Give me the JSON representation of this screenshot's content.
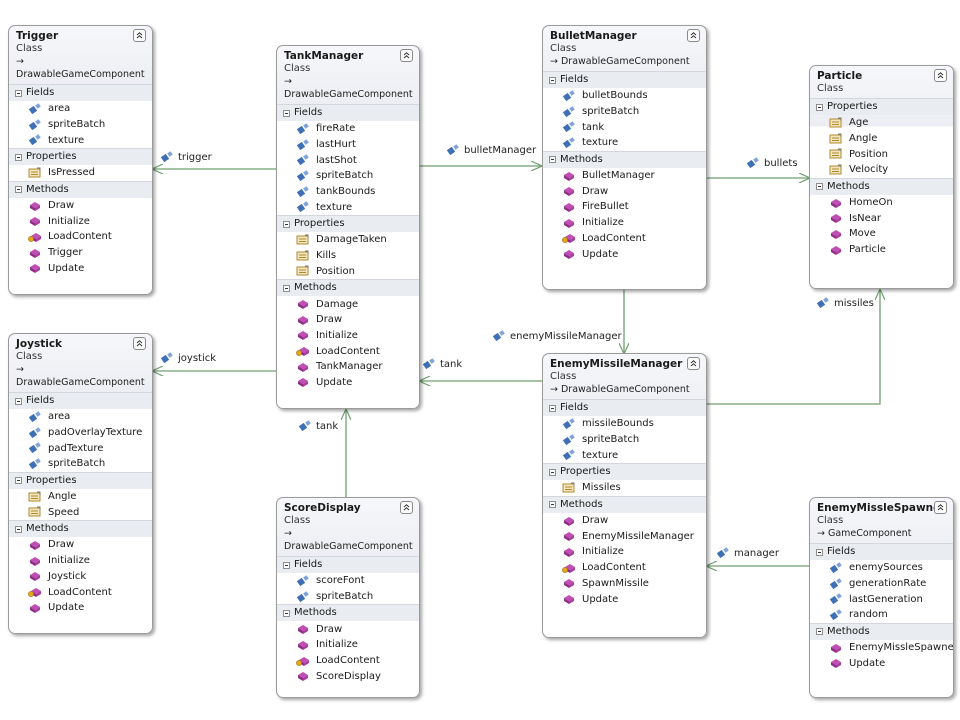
{
  "labels": {
    "fields": "Fields",
    "properties": "Properties",
    "methods": "Methods"
  },
  "classes": {
    "trigger": {
      "name": "Trigger",
      "kind": "Class",
      "base": "DrawableGameComponent",
      "fields": [
        "area",
        "spriteBatch",
        "texture"
      ],
      "properties": [
        "IsPressed"
      ],
      "methods": [
        "Draw",
        "Initialize",
        "LoadContent",
        "Trigger",
        "Update"
      ]
    },
    "joystick": {
      "name": "Joystick",
      "kind": "Class",
      "base": "DrawableGameComponent",
      "fields": [
        "area",
        "padOverlayTexture",
        "padTexture",
        "spriteBatch"
      ],
      "properties": [
        "Angle",
        "Speed"
      ],
      "methods": [
        "Draw",
        "Initialize",
        "Joystick",
        "LoadContent",
        "Update"
      ]
    },
    "tankManager": {
      "name": "TankManager",
      "kind": "Class",
      "base": "DrawableGameComponent",
      "fields": [
        "fireRate",
        "lastHurt",
        "lastShot",
        "spriteBatch",
        "tankBounds",
        "texture"
      ],
      "properties": [
        "DamageTaken",
        "Kills",
        "Position"
      ],
      "methods": [
        "Damage",
        "Draw",
        "Initialize",
        "LoadContent",
        "TankManager",
        "Update"
      ]
    },
    "scoreDisplay": {
      "name": "ScoreDisplay",
      "kind": "Class",
      "base": "DrawableGameComponent",
      "fields": [
        "scoreFont",
        "spriteBatch"
      ],
      "methods": [
        "Draw",
        "Initialize",
        "LoadContent",
        "ScoreDisplay"
      ]
    },
    "bulletManager": {
      "name": "BulletManager",
      "kind": "Class",
      "base": "DrawableGameComponent",
      "fields": [
        "bulletBounds",
        "spriteBatch",
        "tank",
        "texture"
      ],
      "methods": [
        "BulletManager",
        "Draw",
        "FireBullet",
        "Initialize",
        "LoadContent",
        "Update"
      ]
    },
    "enemyMissileManager": {
      "name": "EnemyMissileManager",
      "kind": "Class",
      "base": "DrawableGameComponent",
      "fields": [
        "missileBounds",
        "spriteBatch",
        "texture"
      ],
      "properties": [
        "Missiles"
      ],
      "methods": [
        "Draw",
        "EnemyMissileManager",
        "Initialize",
        "LoadContent",
        "SpawnMissile",
        "Update"
      ]
    },
    "particle": {
      "name": "Particle",
      "kind": "Class",
      "properties": [
        "Age",
        "Angle",
        "Position",
        "Velocity"
      ],
      "methods": [
        "HomeOn",
        "IsNear",
        "Move",
        "Particle"
      ]
    },
    "enemyMissleSpawner": {
      "name": "EnemyMissleSpawner",
      "kind": "Class",
      "base": "GameComponent",
      "fields": [
        "enemySources",
        "generationRate",
        "lastGeneration",
        "random"
      ],
      "methods": [
        "EnemyMissleSpawner",
        "Update"
      ]
    }
  },
  "associations": {
    "trigger": "trigger",
    "joystick": "joystick",
    "tank_from_scoredisplay": "tank",
    "bulletManager": "bulletManager",
    "bullets": "bullets",
    "enemyMissileManager": "enemyMissileManager",
    "tank_from_enemymissilemanager": "tank",
    "missiles": "missiles",
    "manager": "manager"
  },
  "colors": {
    "connector": "#6f9f6f",
    "box_border": "#9a9a9a",
    "section_bg": "#e9ecf1",
    "field_icon": "#3f6fb6",
    "method_icon": "#c04fb4",
    "property_icon": "#c9a24a",
    "protected_badge": "#e6a817"
  }
}
